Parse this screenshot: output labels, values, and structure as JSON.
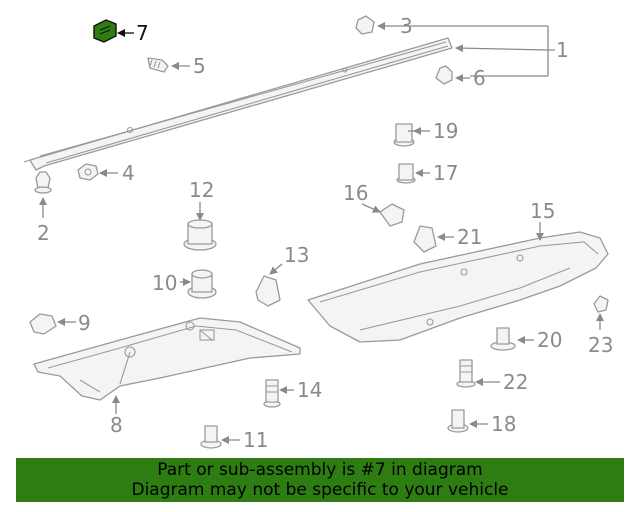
{
  "diagram": {
    "callouts": [
      "1",
      "2",
      "3",
      "4",
      "5",
      "6",
      "7",
      "8",
      "9",
      "10",
      "11",
      "12",
      "13",
      "14",
      "15",
      "16",
      "17",
      "18",
      "19",
      "20",
      "21",
      "22",
      "23"
    ],
    "highlighted_part": "7",
    "colors": {
      "highlight_part": "#2e7d13",
      "line": "#9a9a9a",
      "label": "#8a8a8a",
      "banner": "#2e7d13"
    }
  },
  "banner": {
    "line1": "Part or sub-assembly is #7 in diagram",
    "line2": "Diagram may not be specific to your vehicle"
  }
}
